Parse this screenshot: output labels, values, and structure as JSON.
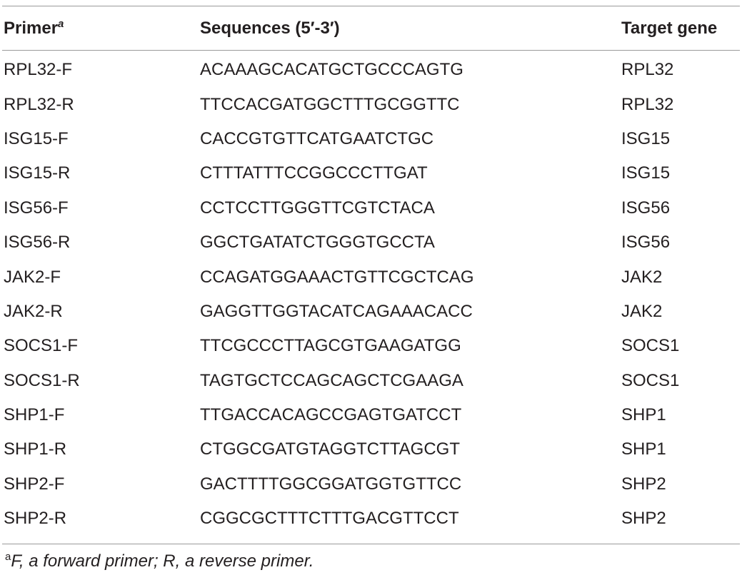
{
  "table": {
    "headers": {
      "primer": "Primer",
      "primer_sup": "a",
      "sequences": "Sequences (5′-3′)",
      "target": "Target gene"
    },
    "rows": [
      {
        "primer": "RPL32-F",
        "sequence": "ACAAAGCACATGCTGCCCAGTG",
        "target": "RPL32"
      },
      {
        "primer": "RPL32-R",
        "sequence": "TTCCACGATGGCTTTGCGGTTC",
        "target": "RPL32"
      },
      {
        "primer": "ISG15-F",
        "sequence": "CACCGTGTTCATGAATCTGC",
        "target": "ISG15"
      },
      {
        "primer": "ISG15-R",
        "sequence": "CTTTATTTCCGGCCCTTGAT",
        "target": "ISG15"
      },
      {
        "primer": "ISG56-F",
        "sequence": "CCTCCTTGGGTTCGTCTACA",
        "target": "ISG56"
      },
      {
        "primer": "ISG56-R",
        "sequence": "GGCTGATATCTGGGTGCCTA",
        "target": "ISG56"
      },
      {
        "primer": "JAK2-F",
        "sequence": "CCAGATGGAAACTGTTCGCTCAG",
        "target": "JAK2"
      },
      {
        "primer": "JAK2-R",
        "sequence": "GAGGTTGGTACATCAGAAACACC",
        "target": "JAK2"
      },
      {
        "primer": "SOCS1-F",
        "sequence": "TTCGCCCTTAGCGTGAAGATGG",
        "target": "SOCS1"
      },
      {
        "primer": "SOCS1-R",
        "sequence": "TAGTGCTCCAGCAGCTCGAAGA",
        "target": "SOCS1"
      },
      {
        "primer": "SHP1-F",
        "sequence": "TTGACCACAGCCGAGTGATCCT",
        "target": "SHP1"
      },
      {
        "primer": "SHP1-R",
        "sequence": "CTGGCGATGTAGGTCTTAGCGT",
        "target": "SHP1"
      },
      {
        "primer": "SHP2-F",
        "sequence": "GACTTTTGGCGGATGGTGTTCC",
        "target": "SHP2"
      },
      {
        "primer": "SHP2-R",
        "sequence": "CGGCGCTTTCTTTGACGTTCCT",
        "target": "SHP2"
      }
    ]
  },
  "footnote": {
    "marker": "a",
    "text": "F, a forward primer; R, a reverse primer."
  }
}
